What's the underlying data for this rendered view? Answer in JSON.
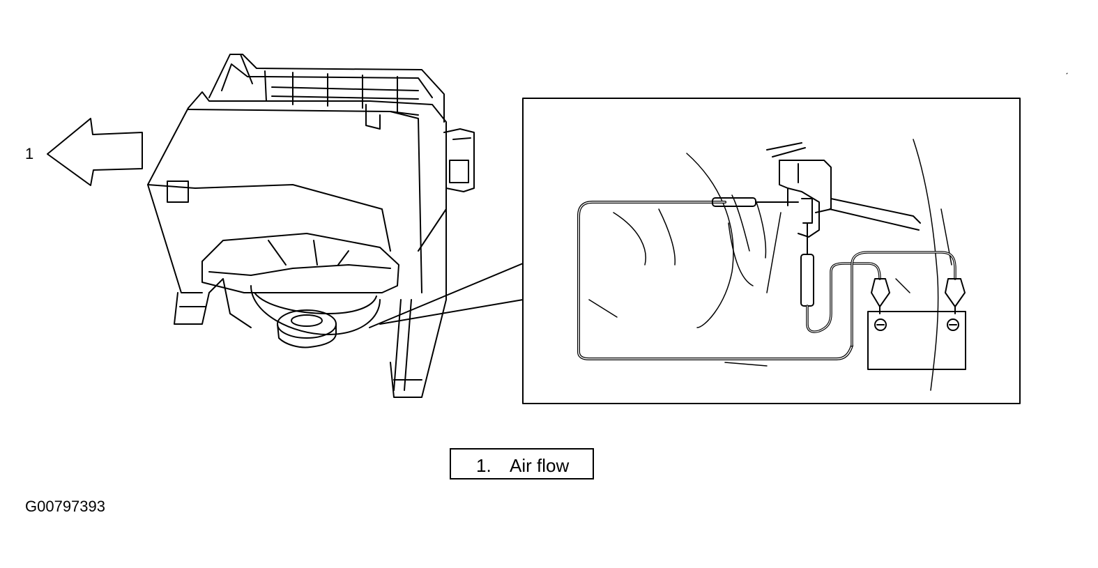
{
  "figure": {
    "arrow_callout": "1",
    "legend": {
      "number": "1.",
      "label": "Air flow"
    },
    "figure_id": "G00797393"
  },
  "colors": {
    "line": "#000000",
    "background": "#ffffff"
  }
}
